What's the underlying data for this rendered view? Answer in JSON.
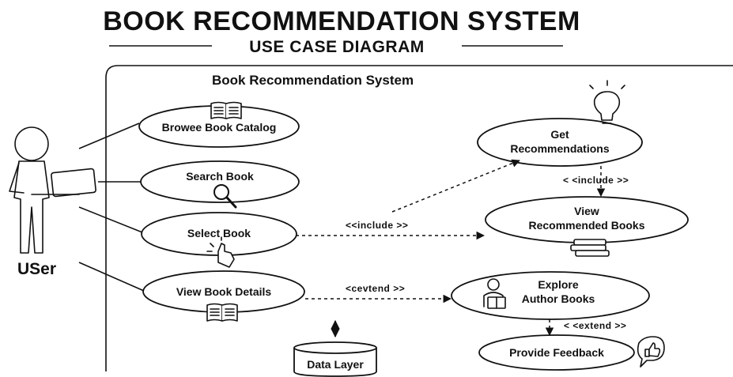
{
  "title": "BOOK RECOMMENDATION SYSTEM",
  "subtitle": "USE CASE DIAGRAM",
  "system_boundary": {
    "label": "Book Recommendation System"
  },
  "actor": {
    "label": "USer"
  },
  "use_cases": {
    "browse": {
      "line1": "Browee Book Catalog",
      "icon": "open-book-icon"
    },
    "search": {
      "line1": "Search Book",
      "icon": "magnifier-icon"
    },
    "select": {
      "line1": "Select Book",
      "icon": "pointing-hand-icon"
    },
    "details": {
      "line1": "View Book Details",
      "icon": "open-book-icon"
    },
    "recommend": {
      "line1": "Get",
      "line2": "Recommendations",
      "icon": "lightbulb-icon"
    },
    "view_recommended": {
      "line1": "View",
      "line2": "Recommended Books",
      "icon": "book-stack-icon"
    },
    "explore": {
      "line1": "Explore",
      "line2": "Author Books",
      "icon": "reader-icon"
    },
    "feedback": {
      "line1": "Provide Feedback",
      "icon": "thumbs-up-icon"
    }
  },
  "data_layer": {
    "label": "Data Layer"
  },
  "relationships": {
    "include_select": "<<include >>",
    "include_recommend": "< <include >>",
    "extend_details": "<cevtend >>",
    "extend_explore": "< <extend >>"
  }
}
